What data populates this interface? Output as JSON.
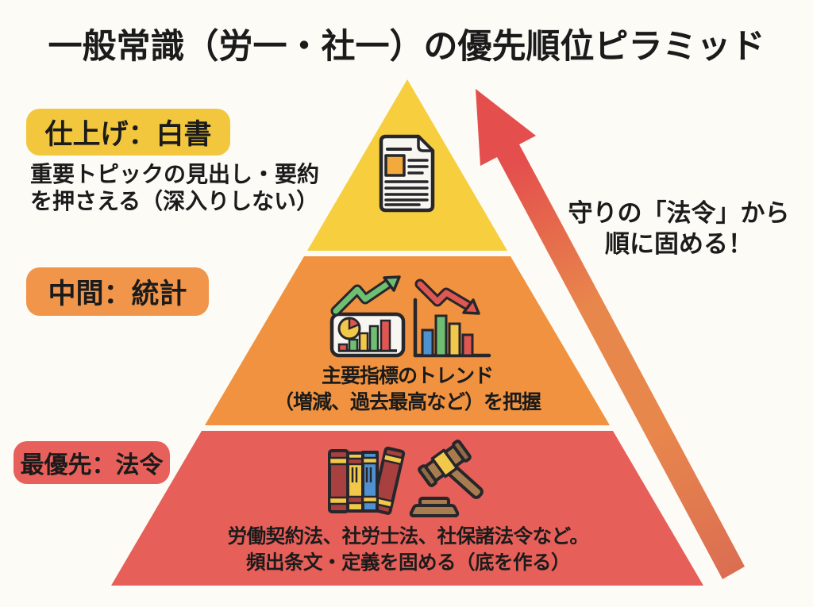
{
  "title": "一般常識（労一・社一）の優先順位ピラミッド",
  "note": {
    "line1": "守りの「法令」から",
    "line2": "順に固める！"
  },
  "levels": [
    {
      "name": "top",
      "label": "仕上げ：白書",
      "desc1": "重要トピックの見出し・要約",
      "desc2": "を押さえる（深入りしない）"
    },
    {
      "name": "middle",
      "label": "中間：統計",
      "desc1": "主要指標のトレンド",
      "desc2": "（増減、過去最高など）を把握"
    },
    {
      "name": "bottom",
      "label": "最優先：法令",
      "desc1": "労働契約法、社労士法、社保諸法令など。",
      "desc2": "頻出条文・定義を固める（底を作る）"
    }
  ],
  "icons": {
    "top": "document-icon",
    "middle": [
      "uptrend-chart-icon",
      "downtrend-chart-icon"
    ],
    "bottom": [
      "law-books-icon",
      "gavel-icon"
    ]
  },
  "colors": {
    "background": "#FCFBF6",
    "text": "#1B1B1B",
    "level_top": "#F6CE3E",
    "level_middle": "#F0923F",
    "level_bottom": "#E65F59",
    "pill_top": "#F2C73E",
    "pill_middle": "#F0954A",
    "pill_bottom": "#E7605B",
    "arrow_top": "#E44E4D",
    "arrow_mid": "#E8874C",
    "arrow_bottom": "#DB6E52"
  }
}
